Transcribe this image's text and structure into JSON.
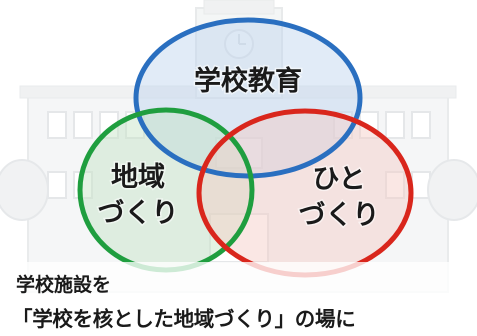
{
  "venn": {
    "sets": [
      {
        "key": "education",
        "lines": [
          "学校教育"
        ],
        "color": "#2a6fc0",
        "fill": "#bcd3ee"
      },
      {
        "key": "community",
        "lines": [
          "地域",
          "づくり"
        ],
        "color": "#1f9e3f",
        "fill": "#c3e2c4"
      },
      {
        "key": "people",
        "lines": [
          "ひと",
          "づくり"
        ],
        "color": "#d9261c",
        "fill": "#f3c9c3"
      }
    ]
  },
  "caption": {
    "line1": "学校施設を",
    "line2": "「学校を核とした地域づくり」の場に"
  }
}
